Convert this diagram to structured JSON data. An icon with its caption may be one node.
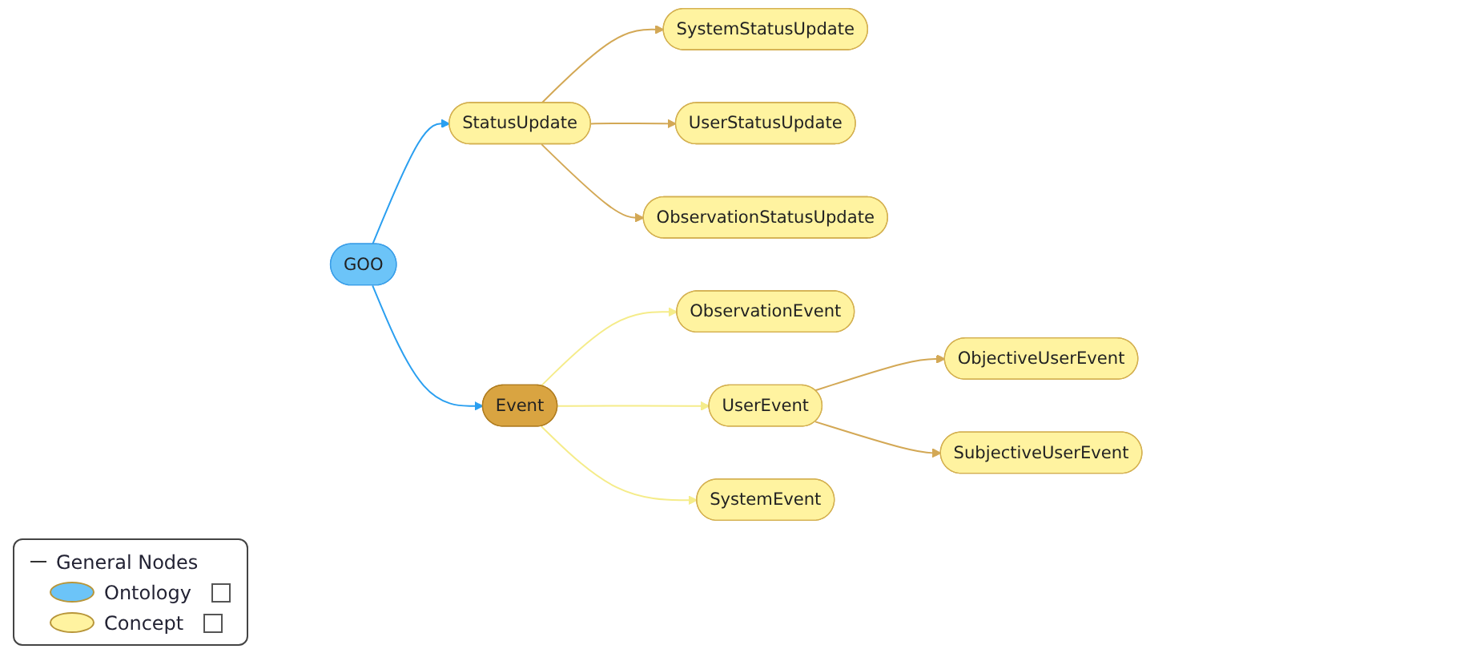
{
  "diagram": {
    "nodes": [
      {
        "text": [
          "GOO"
        ]
      },
      {
        "text": [
          "StatusUpdate"
        ]
      },
      {
        "text": [
          "SystemStatusUpdate"
        ]
      },
      {
        "text": [
          "UserStatusUpdate"
        ]
      },
      {
        "text": [
          "ObservationStatusUpdate"
        ]
      },
      {
        "text": [
          "Event"
        ]
      },
      {
        "text": [
          "ObservationEvent"
        ]
      },
      {
        "text": [
          "UserEvent"
        ]
      },
      {
        "text": [
          "SystemEvent"
        ]
      },
      {
        "text": [
          "ObjectiveUserEvent"
        ]
      },
      {
        "text": [
          "SubjectiveUserEvent"
        ]
      }
    ],
    "edges": [
      {
        "from": 0,
        "to": 1,
        "arrow": "to",
        "color": "#2a9ff0"
      },
      {
        "from": 0,
        "to": 5,
        "arrow": "to",
        "color": "#2a9ff0"
      },
      {
        "from": 1,
        "to": 2,
        "arrow": "to"
      },
      {
        "from": 1,
        "to": 3,
        "arrow": "to"
      },
      {
        "from": 1,
        "to": 4,
        "arrow": "to"
      },
      {
        "from": 5,
        "to": 6,
        "arrow": "to",
        "color": "#f5ec8a"
      },
      {
        "from": 5,
        "to": 7,
        "arrow": "to",
        "color": "#f5ec8a"
      },
      {
        "from": 5,
        "to": 8,
        "arrow": "to",
        "color": "#f5ec8a"
      },
      {
        "from": 7,
        "to": 9,
        "arrow": "to"
      },
      {
        "from": 7,
        "to": 10,
        "arrow": "to"
      }
    ],
    "labels": [
      "General Nodes"
    ],
    "legend": [
      {
        "text": "Ontology",
        "color": "#6cc4f8"
      },
      {
        "text": "Concept",
        "color": "#fff3a0"
      }
    ]
  }
}
